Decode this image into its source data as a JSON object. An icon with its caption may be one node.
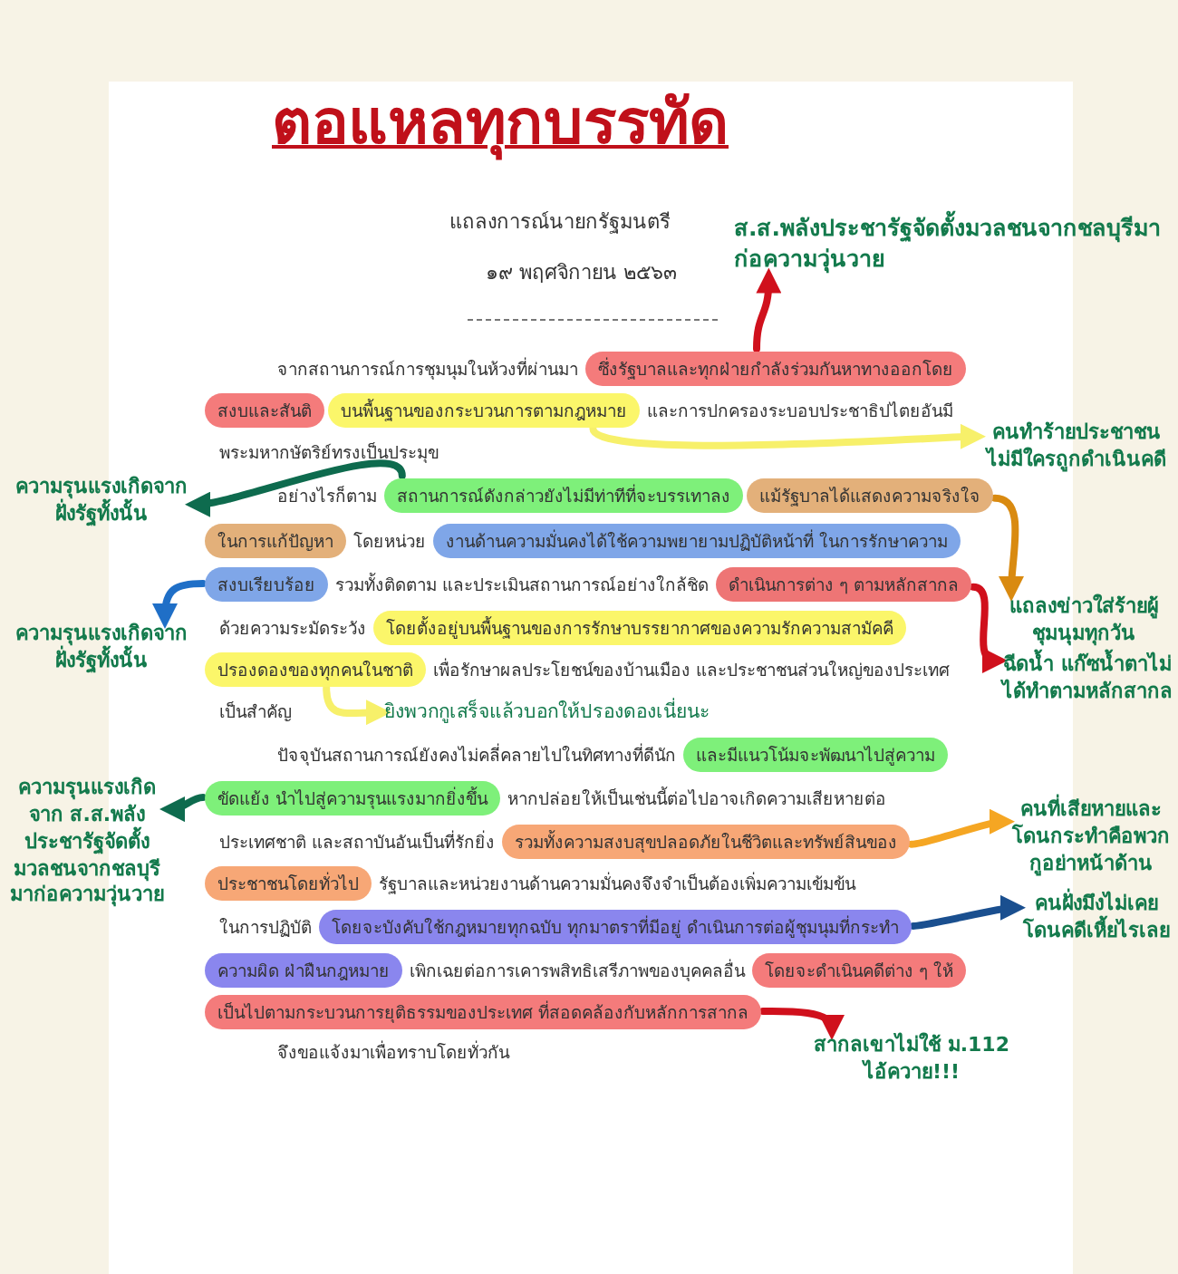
{
  "diagram": {
    "title": "ตอแหลทุกบรรทัด",
    "nodes": [
      {
        "text": [
          "ซึ่งรัฐบาลและทุกฝ่ายกำลังร่วมกันหาทางออกโดย"
        ]
      },
      {
        "text": [
          "ส.ส.พลังประชารัฐจัดตั้งมวลชนจากชลบุรีมาก่อความวุ่นวาย"
        ]
      },
      {
        "text": [
          "สงบและสันติ"
        ]
      },
      {
        "text": [
          "บนพื้นฐานของกระบวนการตามกฎหมาย"
        ]
      },
      {
        "text": [
          "คนทำร้ายประชาชนไม่มีใครถูกดำเนินคดี"
        ]
      },
      {
        "text": [
          "ความรุนแรงเกิดจากฝั่งรัฐทั้งนั้น"
        ]
      },
      {
        "text": [
          "สถานการณ์ดังกล่าวยังไม่มีท่าทีที่จะบรรเทาลง"
        ]
      },
      {
        "text": [
          "แม้รัฐบาลได้แสดงความจริงใจ"
        ]
      },
      {
        "text": [
          "ในการแก้ปัญหา"
        ]
      },
      {
        "text": [
          "งานด้านความมั่นคงได้ใช้ความพยายามปฏิบัติหน้าที่ ในการรักษาความ"
        ]
      },
      {
        "text": [
          "แถลงข่าวใส่ร้ายผู้ชุมนุมทุกวัน"
        ]
      },
      {
        "text": [
          "ความรุนแรงเกิดจากฝั่งรัฐทั้งนั้น"
        ]
      },
      {
        "text": [
          "สงบเรียบร้อย"
        ]
      },
      {
        "text": [
          "ดำเนินการต่าง ๆ ตามหลักสากล"
        ]
      },
      {
        "text": [
          "โดยตั้งอยู่บนพื้นฐานของการรักษาบรรยากาศของความรักความสามัคคี"
        ]
      },
      {
        "text": [
          "ฉีดน้ำ แก๊ซน้ำตาไม่ได้ทำตามหลักสากล"
        ]
      },
      {
        "text": [
          "ปรองดองของทุกคนในชาติ"
        ]
      },
      {
        "text": [
          "ยิงพวกกูเสร็จแล้วบอกให้ปรองดองเนี่ยนะ"
        ]
      },
      {
        "text": [
          "และมีแนวโน้มจะพัฒนาไปสู่ความ"
        ]
      },
      {
        "text": [
          "ความรุนแรงเกิดจาก ส.ส.พลังประชารัฐจัดตั้งมวลชนจากชลบุรีมาก่อความวุ่นวาย"
        ]
      },
      {
        "text": [
          "ขัดแย้ง นำไปสู่ความรุนแรงมากยิ่งขึ้น"
        ]
      },
      {
        "text": [
          "คนที่เสียหายและโดนกระทำคือพวกกูอย่าหน้าด้าน"
        ]
      },
      {
        "text": [
          "รวมทั้งความสงบสุขปลอดภัยในชีวิตและทรัพย์สินของ"
        ]
      },
      {
        "text": [
          "ประชาชนโดยทั่วไป"
        ]
      },
      {
        "text": [
          "โดยจะบังคับใช้กฎหมายทุกฉบับ ทุกมาตราที่มีอยู่ ดำเนินการต่อผู้ชุมนุมที่กระทำ"
        ]
      },
      {
        "text": [
          "คนฝั่งมึงไม่เคยโดนคดีเหี้ยไรเลย"
        ]
      },
      {
        "text": [
          "ความผิด ฝ่าฝืนกฎหมาย"
        ]
      },
      {
        "text": [
          "โดยจะดำเนินคดีต่าง ๆ ให้"
        ]
      },
      {
        "text": [
          "เป็นไปตามกระบวนการยุติธรรมของประเทศ ที่สอดคล้องกับหลักการสากล"
        ]
      },
      {
        "text": [
          "สากลเขาไม่ใช้ ม.112 ไอ้ควาย!!!"
        ]
      }
    ],
    "edges": [
      {
        "from": 0,
        "to": 1,
        "arrow": "to",
        "color": "#d0101c"
      },
      {
        "from": 3,
        "to": 4,
        "arrow": "to",
        "color": "#f7f06a"
      },
      {
        "from": 6,
        "to": 5,
        "arrow": "to",
        "color": "#0e6b4e"
      },
      {
        "from": 7,
        "to": 10,
        "arrow": "to",
        "color": "#d98a10"
      },
      {
        "from": 12,
        "to": 11,
        "arrow": "to",
        "color": "#1f6fc7"
      },
      {
        "from": 13,
        "to": 15,
        "arrow": "to",
        "color": "#d0101c"
      },
      {
        "from": 16,
        "to": 17,
        "arrow": "to",
        "color": "#f7f06a"
      },
      {
        "from": 20,
        "to": 19,
        "arrow": "to",
        "color": "#0e6b4e"
      },
      {
        "from": 22,
        "to": 21,
        "arrow": "to",
        "color": "#f5a623"
      },
      {
        "from": 24,
        "to": 25,
        "arrow": "to",
        "color": "#1a4f8f"
      },
      {
        "from": 28,
        "to": 29,
        "arrow": "to",
        "color": "#d0101c"
      }
    ],
    "labels": [
      "แถลงการณ์นายกรัฐมนตรี",
      "๑๙ พฤศจิกายน ๒๕๖๓",
      "จากสถานการณ์การชุมนุมในห้วงที่ผ่านมา",
      "และการปกครองระบอบประชาธิปไตยอันมี",
      "พระมหากษัตริย์ทรงเป็นประมุข",
      "อย่างไรก็ตาม",
      "โดยหน่วย",
      "รวมทั้งติดตาม และประเมินสถานการณ์อย่างใกล้ชิด",
      "ด้วยความระมัดระวัง",
      "เพื่อรักษาผลประโยชน์ของบ้านเมือง และประชาชนส่วนใหญ่ของประเทศ",
      "เป็นสำคัญ",
      "ปัจจุบันสถานการณ์ยังคงไม่คลี่คลายไปในทิศทางที่ดีนัก",
      "หากปล่อยให้เป็นเช่นนี้ต่อไปอาจเกิดความเสียหายต่อ",
      "ประเทศชาติ และสถาบันอันเป็นที่รักยิ่ง",
      "รัฐบาลและหน่วยงานด้านความมั่นคงจึงจำเป็นต้องเพิ่มความเข้มข้น",
      "ในการปฏิบัติ",
      "เพิกเฉยต่อการเคารพสิทธิเสรีภาพของบุคคลอื่น",
      "จึงขอแจ้งมาเพื่อทราบโดยทั่วกัน"
    ]
  }
}
